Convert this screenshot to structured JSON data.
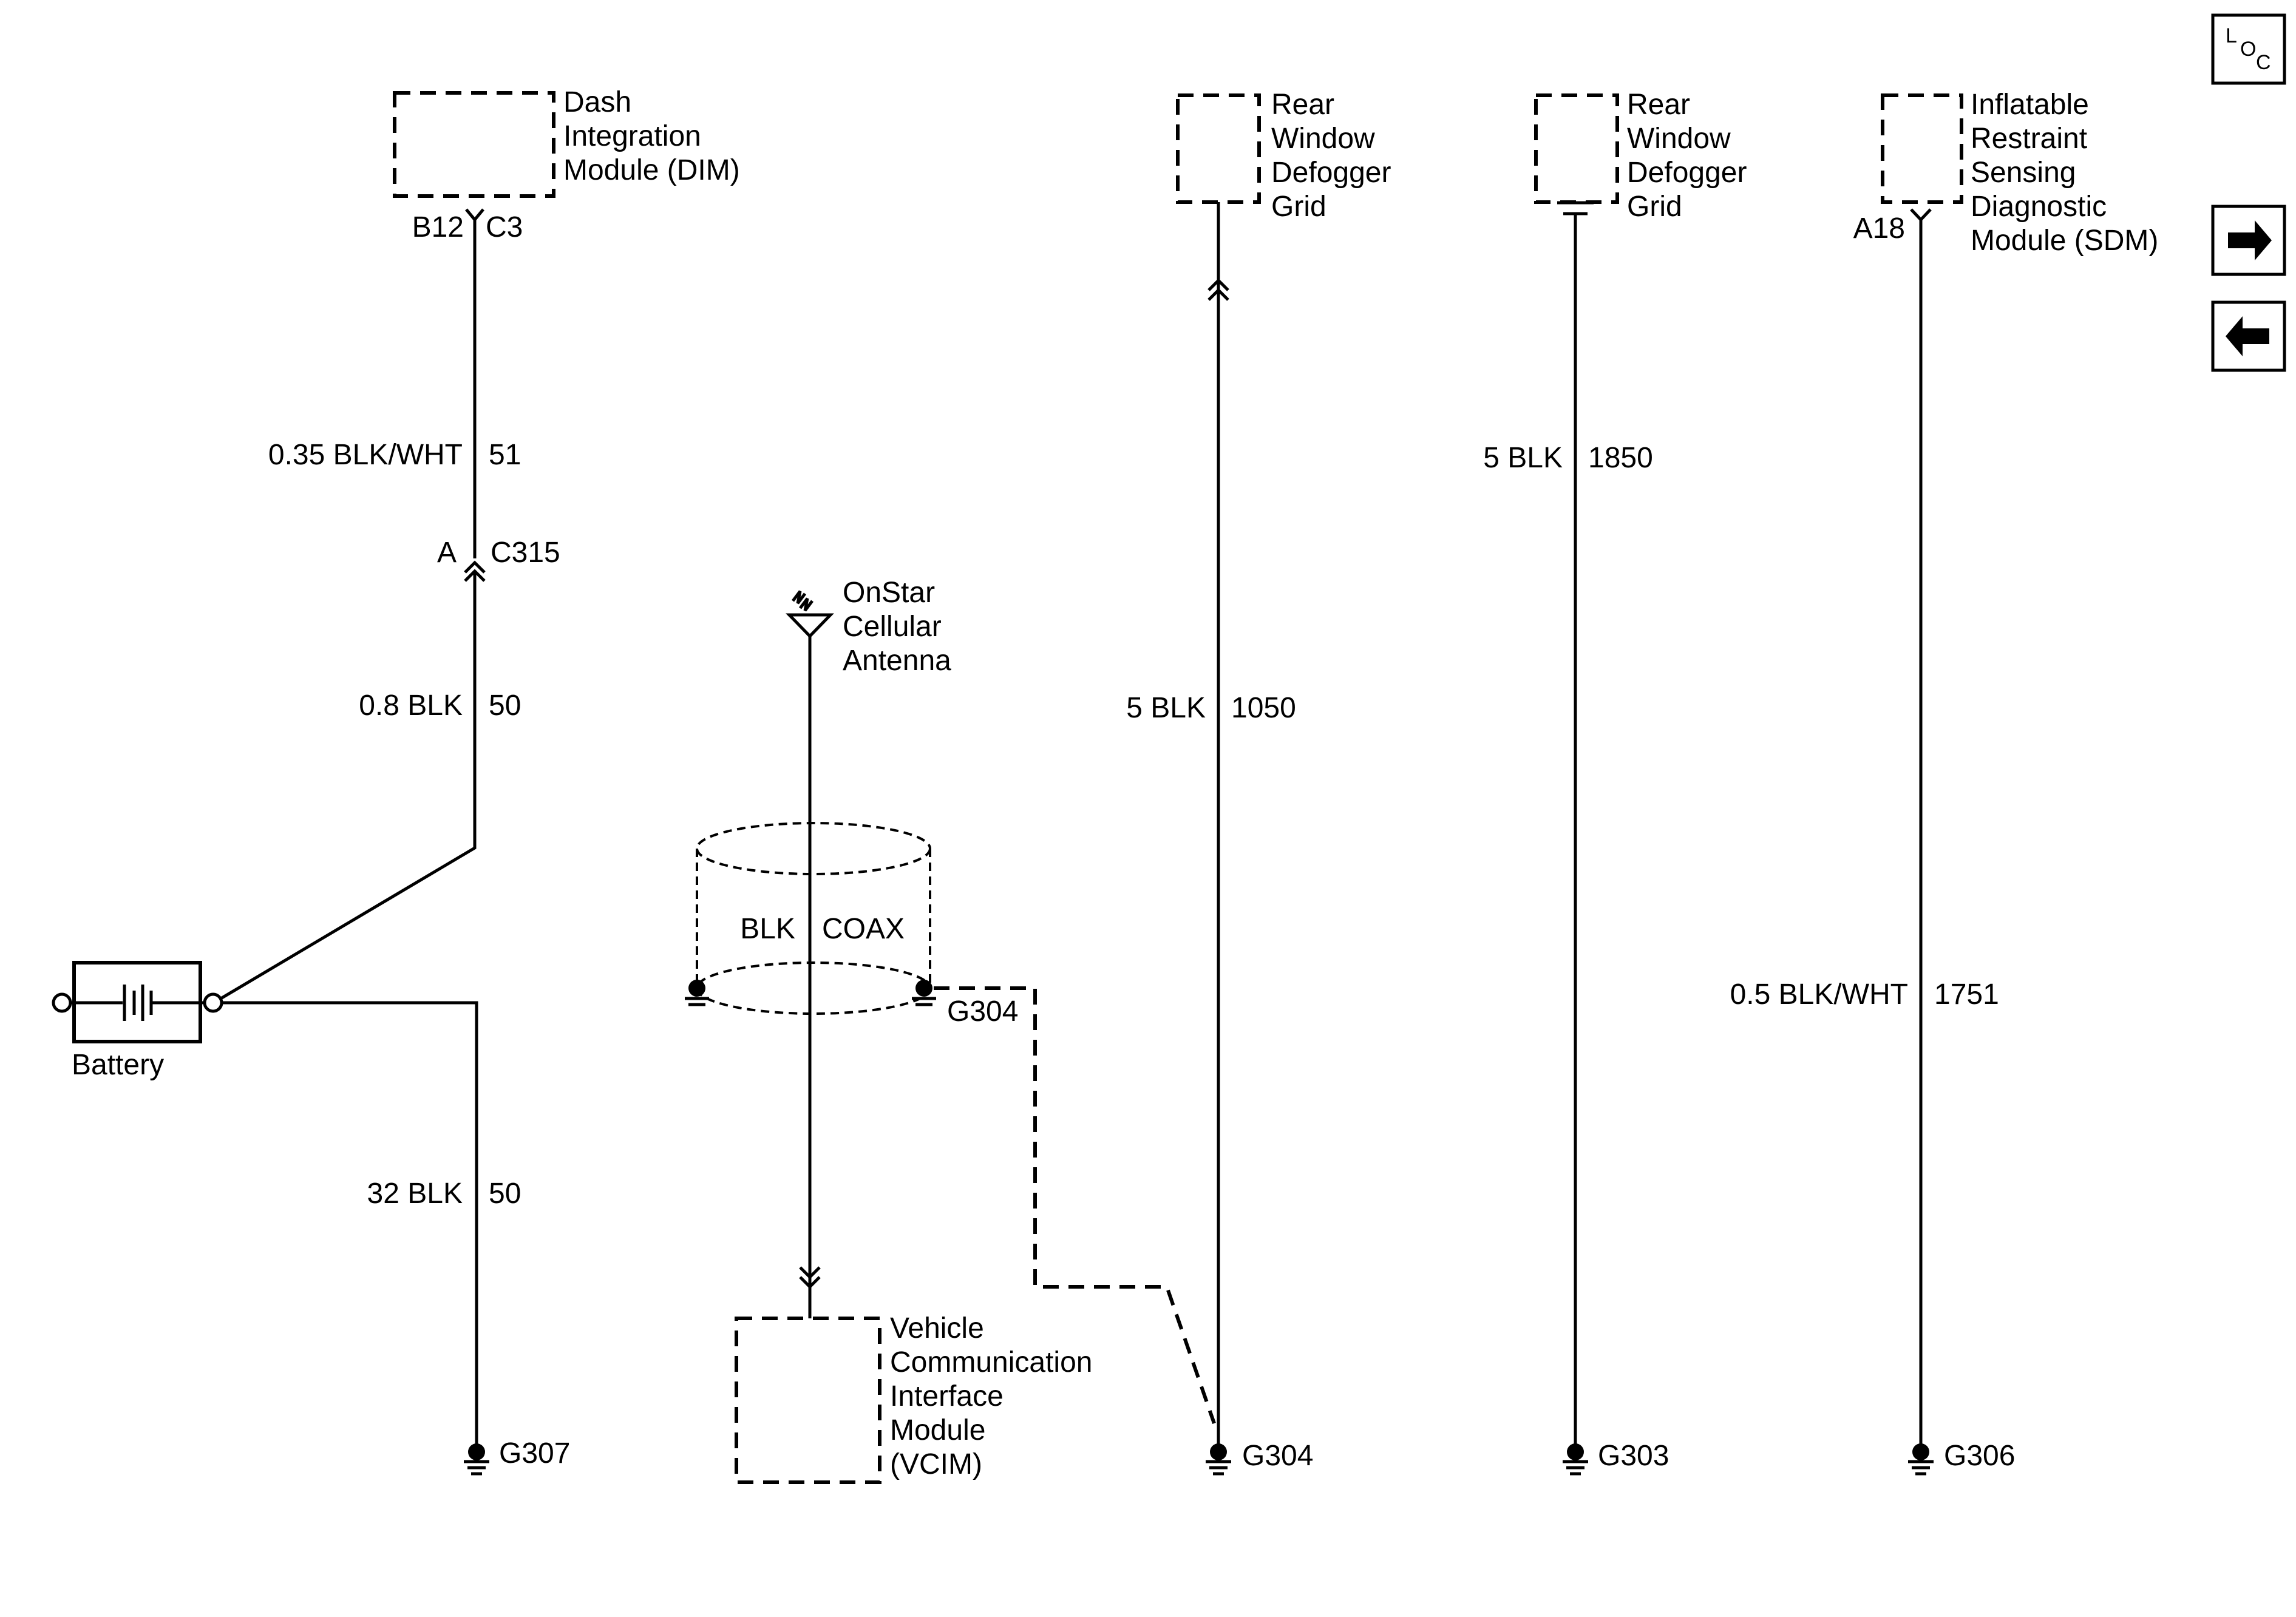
{
  "modules": {
    "dim": {
      "line1": "Dash",
      "line2": "Integration",
      "line3": "Module (DIM)",
      "pin_a": "B12",
      "pin_b": "C3"
    },
    "defogger_a": {
      "line1": "Rear",
      "line2": "Window",
      "line3": "Defogger",
      "line4": "Grid"
    },
    "defogger_b": {
      "line1": "Rear",
      "line2": "Window",
      "line3": "Defogger",
      "line4": "Grid"
    },
    "sdm": {
      "line1": "Inflatable",
      "line2": "Restraint",
      "line3": "Sensing",
      "line4": "Diagnostic",
      "line5": "Module (SDM)",
      "pin": "A18"
    },
    "vcim": {
      "line1": "Vehicle",
      "line2": "Communication",
      "line3": "Interface",
      "line4": "Module",
      "line5": "(VCIM)"
    }
  },
  "antenna": {
    "line1": "OnStar",
    "line2": "Cellular",
    "line3": "Antenna"
  },
  "battery": {
    "label": "Battery"
  },
  "coax": {
    "color": "BLK",
    "type": "COAX"
  },
  "connectors": {
    "c315": {
      "pin": "A",
      "name": "C315"
    }
  },
  "wires": {
    "dim_upper": {
      "spec": "0.35 BLK/WHT",
      "circuit": "51"
    },
    "dim_lower": {
      "spec": "0.8 BLK",
      "circuit": "50"
    },
    "battery_ground": {
      "spec": "32 BLK",
      "circuit": "50"
    },
    "defogger_a": {
      "spec": "5 BLK",
      "circuit": "1050"
    },
    "defogger_b": {
      "spec": "5 BLK",
      "circuit": "1850"
    },
    "sdm": {
      "spec": "0.5 BLK/WHT",
      "circuit": "1751"
    }
  },
  "grounds": {
    "g307": "G307",
    "g304_coax": "G304",
    "g304": "G304",
    "g303": "G303",
    "g306": "G306"
  },
  "nav": {
    "loc_l": "L",
    "loc_o": "O",
    "loc_c": "C",
    "next_icon": "arrow-right-icon",
    "prev_icon": "arrow-left-icon"
  }
}
